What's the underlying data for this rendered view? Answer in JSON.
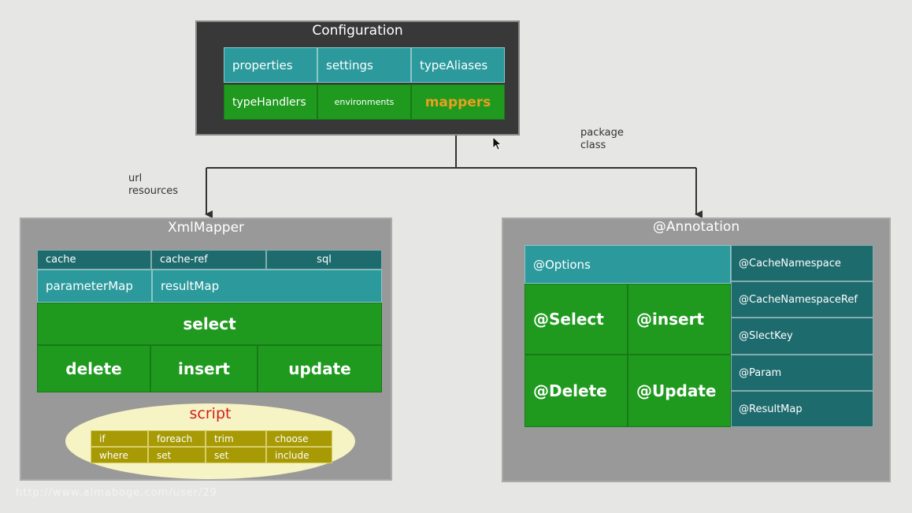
{
  "configuration": {
    "title": "Configuration",
    "cells": [
      "properties",
      "settings",
      "typeAliases",
      "typeHandlers",
      "environments",
      "mappers"
    ]
  },
  "labels": {
    "left_line1": "url",
    "left_line2": "resources",
    "right_line1": "package",
    "right_line2": "class"
  },
  "xmlmapper": {
    "title": "XmlMapper",
    "cache": "cache",
    "cache_ref": "cache-ref",
    "sql": "sql",
    "parameter_map": "parameterMap",
    "result_map": "resultMap",
    "select": "select",
    "delete": "delete",
    "insert": "insert",
    "update": "update",
    "script": {
      "title": "script",
      "cells": [
        "if",
        "foreach",
        "trim",
        "choose",
        "where",
        "set",
        "set",
        "include"
      ]
    }
  },
  "annotation": {
    "title": "@Annotation",
    "options": "@Options",
    "select": "@Select",
    "insert": "@insert",
    "delete": "@Delete",
    "update": "@Update",
    "side": [
      "@CacheNamespace",
      "@CacheNamespaceRef",
      "@SlectKey",
      "@Param",
      "@ResultMap"
    ]
  },
  "watermark": "http://www.aimaboge.com/user/29",
  "colors": {
    "teal": "#2c9a9c",
    "dark_teal": "#1e6b6e",
    "green": "#1f9a1f",
    "orange": "#e8a020",
    "olive": "#a79a05",
    "script_red": "#d41c1c",
    "ellipse": "#f6f3c4"
  }
}
